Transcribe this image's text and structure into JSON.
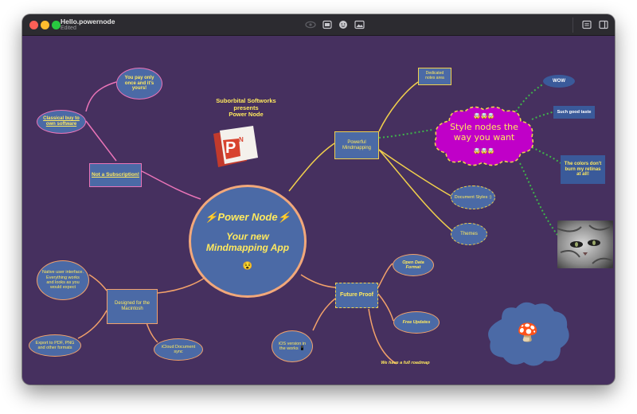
{
  "window": {
    "title": "Hello.powernode",
    "status": "Edited"
  },
  "toolbar": {
    "icons": [
      "eye-icon",
      "sidebar-toggle-icon",
      "emoji-icon",
      "image-icon",
      "document-icon",
      "inspector-icon"
    ]
  },
  "colors": {
    "canvas_bg": "#46305f",
    "node_fill": "#4b6aa6",
    "pink": "#ea74b8",
    "orange": "#f2a16a",
    "gold": "#f1d04c",
    "green": "#3fb34a",
    "magenta": "#c000c8"
  },
  "central": {
    "line1": "⚡Power Node⚡",
    "line2": "Your new",
    "line3": "Mindmapping App",
    "emoji": "😵"
  },
  "credits": {
    "line1": "Suborbital Softworks",
    "line2": "presents",
    "line3": "Power Node",
    "logo_letter": "P",
    "logo_superscript": "N"
  },
  "nodes": {
    "not_subscription": "Not a Subscription!",
    "classical_buy": "Classical buy to own software",
    "pay_once": "You pay only once and it's yours!",
    "designed_mac": "Designed for the Macintosh",
    "native_ui": "Native user interface. Everything works and looks as you would expect",
    "export_pdf": "Export to PDF, PNG and other formats",
    "icloud": "iCloud Document sync",
    "powerful": "Powerful Mindmapping",
    "dedicated_notes": "Dedicated notes area",
    "style_nodes": "Style nodes the way you want",
    "style_emoji": "🤯🤯🤯",
    "wow": "WOW",
    "good_taste": "Such good taste",
    "colors_retinas": "The colors don't burn my retinas at all!",
    "doc_styles": "Document Styles :)",
    "themes": "Themes",
    "future_proof": "Future Proof",
    "open_data": "Open Data Format",
    "free_updates": "Free Updates",
    "ios_version": "iOS version in the works 📱",
    "roadmap": "We have a full roadmap",
    "mushroom": "🍄"
  }
}
